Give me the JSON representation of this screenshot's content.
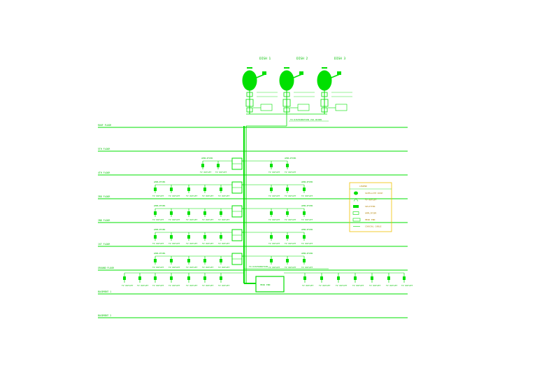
{
  "colors": {
    "line": "#00e000",
    "text": "#00c000",
    "legend_border": "#f0c000"
  },
  "dishes": [
    {
      "label": "DISH 1"
    },
    {
      "label": "DISH 2"
    },
    {
      "label": "DISH 3"
    }
  ],
  "head_end_note": "TO DISTRIBUTION VIA RISER",
  "floors": [
    {
      "label": "ROOF FLOOR"
    },
    {
      "label": "5TH FLOOR"
    },
    {
      "label": "4TH FLOOR"
    },
    {
      "label": "3RD FLOOR"
    },
    {
      "label": "2ND FLOOR"
    },
    {
      "label": "1ST FLOOR"
    },
    {
      "label": "GROUND FLOOR"
    },
    {
      "label": "BASEMENT 1"
    },
    {
      "label": "BASEMENT 2"
    }
  ],
  "central_box": "HEAD END",
  "ground_note": "TO DISTRIBUTION",
  "outlet_label": "TV OUTLET",
  "amp_label": "AMPLIFIER",
  "legend": {
    "title": "LEGEND",
    "items": [
      {
        "symbol": "dish",
        "text": "SATELLITE DISH"
      },
      {
        "symbol": "outlet",
        "text": "TV OUTLET"
      },
      {
        "symbol": "splitter",
        "text": "SPLITTER"
      },
      {
        "symbol": "amp",
        "text": "AMPLIFIER"
      },
      {
        "symbol": "box",
        "text": "HEAD END"
      },
      {
        "symbol": "line",
        "text": "COAXIAL CABLE"
      }
    ]
  }
}
